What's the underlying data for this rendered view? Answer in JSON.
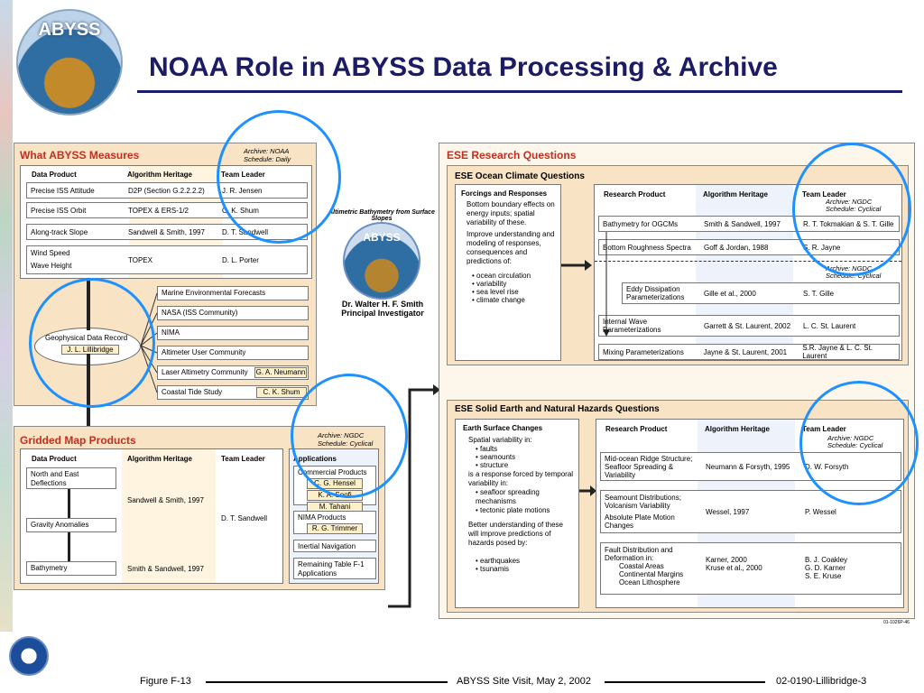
{
  "header": {
    "title": "NOAA Role in ABYSS Data Processing & Archive",
    "logo_text": "ABYSS"
  },
  "measures": {
    "title": "What ABYSS Measures",
    "archive": "Archive:    NOAA",
    "schedule": "Schedule: Daily",
    "headers": [
      "Data Product",
      "Algorithm Heritage",
      "Team Leader"
    ],
    "rows": [
      {
        "product": "Precise ISS Attitude",
        "heritage": "D2P (Section G.2.2.2.2)",
        "leader": "J. R. Jensen"
      },
      {
        "product": "Precise ISS Orbit",
        "heritage": "TOPEX & ERS-1/2",
        "leader": "C. K. Shum"
      },
      {
        "product": "Along-track Slope",
        "heritage": "Sandwell & Smith, 1997",
        "leader": "D. T. Sandwell"
      },
      {
        "product": "Wind Speed",
        "product2": "Wave Height",
        "heritage": "TOPEX",
        "leader": "D. L. Porter"
      }
    ],
    "gdr": "Geophysical Data Record",
    "gdr_leader": "J. L. Lillibridge",
    "users": [
      "Marine Environmental Forecasts",
      "NASA (ISS Community)",
      "NIMA",
      "Altimeter User Community",
      "Laser Altimetry Community",
      "Coastal Tide Study"
    ],
    "user_tags": {
      "laser": "G. A. Neumann",
      "tide": "C. K. Shum"
    }
  },
  "pi": {
    "name": "Dr. Walter H. F. Smith",
    "role": "Principal Investigator",
    "arc": "Altimetric Bathymetry from Surface Slopes",
    "logo": "ABYSS"
  },
  "gridded": {
    "title": "Gridded Map  Products",
    "archive": "Archive:    NGDC",
    "schedule": "Schedule: Cyclical",
    "headers": [
      "Data Product",
      "Algorithm Heritage",
      "Team Leader",
      "Applications"
    ],
    "products": [
      "North and East\nDeflections",
      "Gravity Anomalies",
      "Bathymetry"
    ],
    "heritage1": "Sandwell & Smith, 1997",
    "leader": "D. T. Sandwell",
    "heritage2": "Smith & Sandwell, 1997",
    "apps": {
      "commercial": "Commercial Products",
      "comm_people": [
        "C. G. Hensel",
        "K. A. Soofi",
        "M. Tahani"
      ],
      "nima": "NIMA Products",
      "nima_person": "R. G. Trimmer",
      "inertial": "Inertial Navigation",
      "remaining": "Remaining Table F-1\nApplications"
    }
  },
  "ese": {
    "title": "ESE Research Questions",
    "ocean": {
      "title": "ESE Ocean Climate Questions",
      "forcings_head": "Forcings and Responses",
      "forcings_text": "Bottom boundary effects on energy inputs; spatial variability of these.",
      "forcings_text2": "Improve understanding and modeling of responses, consequences and predictions of:",
      "bullets": [
        "• ocean circulation",
        "• variability",
        "• sea level rise",
        "• climate change"
      ],
      "headers": [
        "Research Product",
        "Algorithm Heritage",
        "Team Leader"
      ],
      "archive": "Archive:    NGDC",
      "schedule": "Schedule: Cyclical",
      "rows": [
        {
          "product": "Bathymetry for OGCMs",
          "heritage": "Smith & Sandwell, 1997",
          "leader": "R. T. Tokmakian & S. T. Gille"
        },
        {
          "product": "Bottom Roughness Spectra",
          "heritage": "Goff & Jordan, 1988",
          "leader": "S. R. Jayne"
        },
        {
          "product": "Eddy Dissipation\nParameterizations",
          "heritage": "Gille et al., 2000",
          "leader": "S. T. Gille"
        },
        {
          "product": "Internal Wave\nParameterizations",
          "heritage": "Garrett & St. Laurent, 2002",
          "leader": "L. C. St. Laurent"
        },
        {
          "product": "Mixing Parameterizations",
          "heritage": "Jayne & St. Laurent, 2001",
          "leader": "S.R. Jayne & L. C. St. Laurent"
        }
      ]
    },
    "earth": {
      "title": "ESE Solid Earth and Natural Hazards Questions",
      "changes_head": "Earth Surface Changes",
      "text1": "Spatial variability in:",
      "b1": [
        "• faults",
        "• seamounts",
        "• structure"
      ],
      "text2": "is a response forced by temporal variability in:",
      "b2": [
        "• seafloor spreading\n   mechanisms",
        "• tectonic plate motions"
      ],
      "text3": "Better understanding of these will improve predictions of hazards posed by:",
      "b3": [
        "• earthquakes",
        "• tsunamis"
      ],
      "headers": [
        "Research Product",
        "Algorithm Heritage",
        "Team Leader"
      ],
      "archive": "Archive:    NGDC",
      "schedule": "Schedule: Cyclical",
      "rows": [
        {
          "product": "Mid-ocean Ridge Structure;\nSeafloor Spreading &\nVariability",
          "heritage": "Neumann & Forsyth, 1995",
          "leader": "D. W. Forsyth"
        },
        {
          "product": "Seamount Distributions;\nVolcanism Variability",
          "product2": "Absolute Plate Motion\nChanges",
          "heritage": "Wessel, 1997",
          "leader": "P. Wessel"
        },
        {
          "product": "Fault Distribution and\nDeformation in:",
          "subs": [
            "Coastal Areas",
            "Continental Margins",
            "Ocean Lithosphere"
          ],
          "heritage": "Karner, 2000\nKruse et al., 2000",
          "leaders": [
            "B. J. Coakley",
            "G. D. Karner",
            "S. E. Kruse"
          ]
        }
      ]
    },
    "figure_id": "01-1026P-46"
  },
  "footer": {
    "figure": "Figure F-13",
    "center": "ABYSS Site Visit, May 2, 2002",
    "right": "02-0190-Lillibridge-3"
  }
}
